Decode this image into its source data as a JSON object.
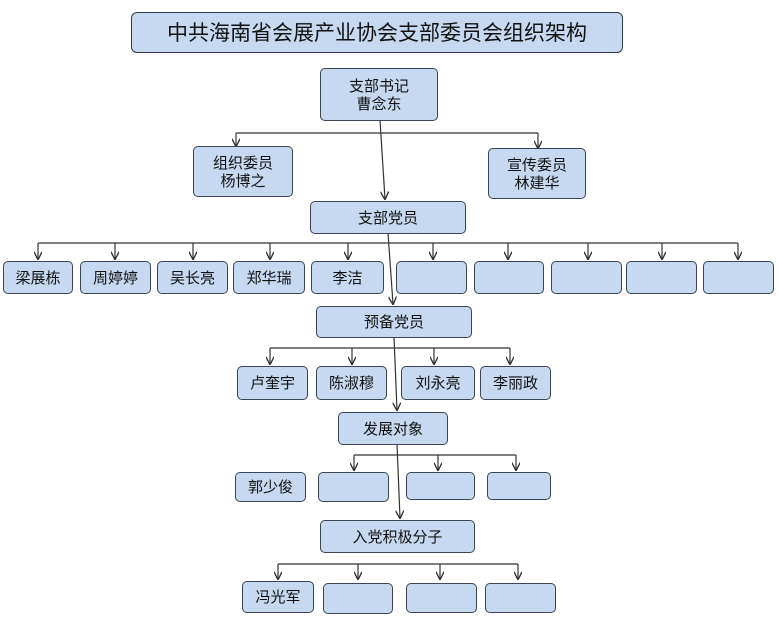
{
  "title": "中共海南省会展产业协会支部委员会组织架构",
  "secretary": {
    "role": "支部书记",
    "name": "曹念东"
  },
  "org_committee": {
    "role": "组织委员",
    "name": "杨博之"
  },
  "propaganda_committee": {
    "role": "宣传委员",
    "name": "林建华"
  },
  "party_members": {
    "label": "支部党员",
    "members": [
      "梁展栋",
      "周婷婷",
      "吴长亮",
      "郑华瑞",
      "李洁",
      "",
      "",
      "",
      "",
      ""
    ]
  },
  "probationary": {
    "label": "预备党员",
    "members": [
      "卢奎宇",
      "陈淑穆",
      "刘永亮",
      "李丽政"
    ]
  },
  "development": {
    "label": "发展对象",
    "members": [
      "郭少俊",
      "",
      "",
      ""
    ]
  },
  "activists": {
    "label": "入党积极分子",
    "members": [
      "冯光军",
      "",
      "",
      ""
    ]
  },
  "colors": {
    "box_fill": "#c6d9f1",
    "box_border": "#3b4452",
    "line": "#333333"
  }
}
